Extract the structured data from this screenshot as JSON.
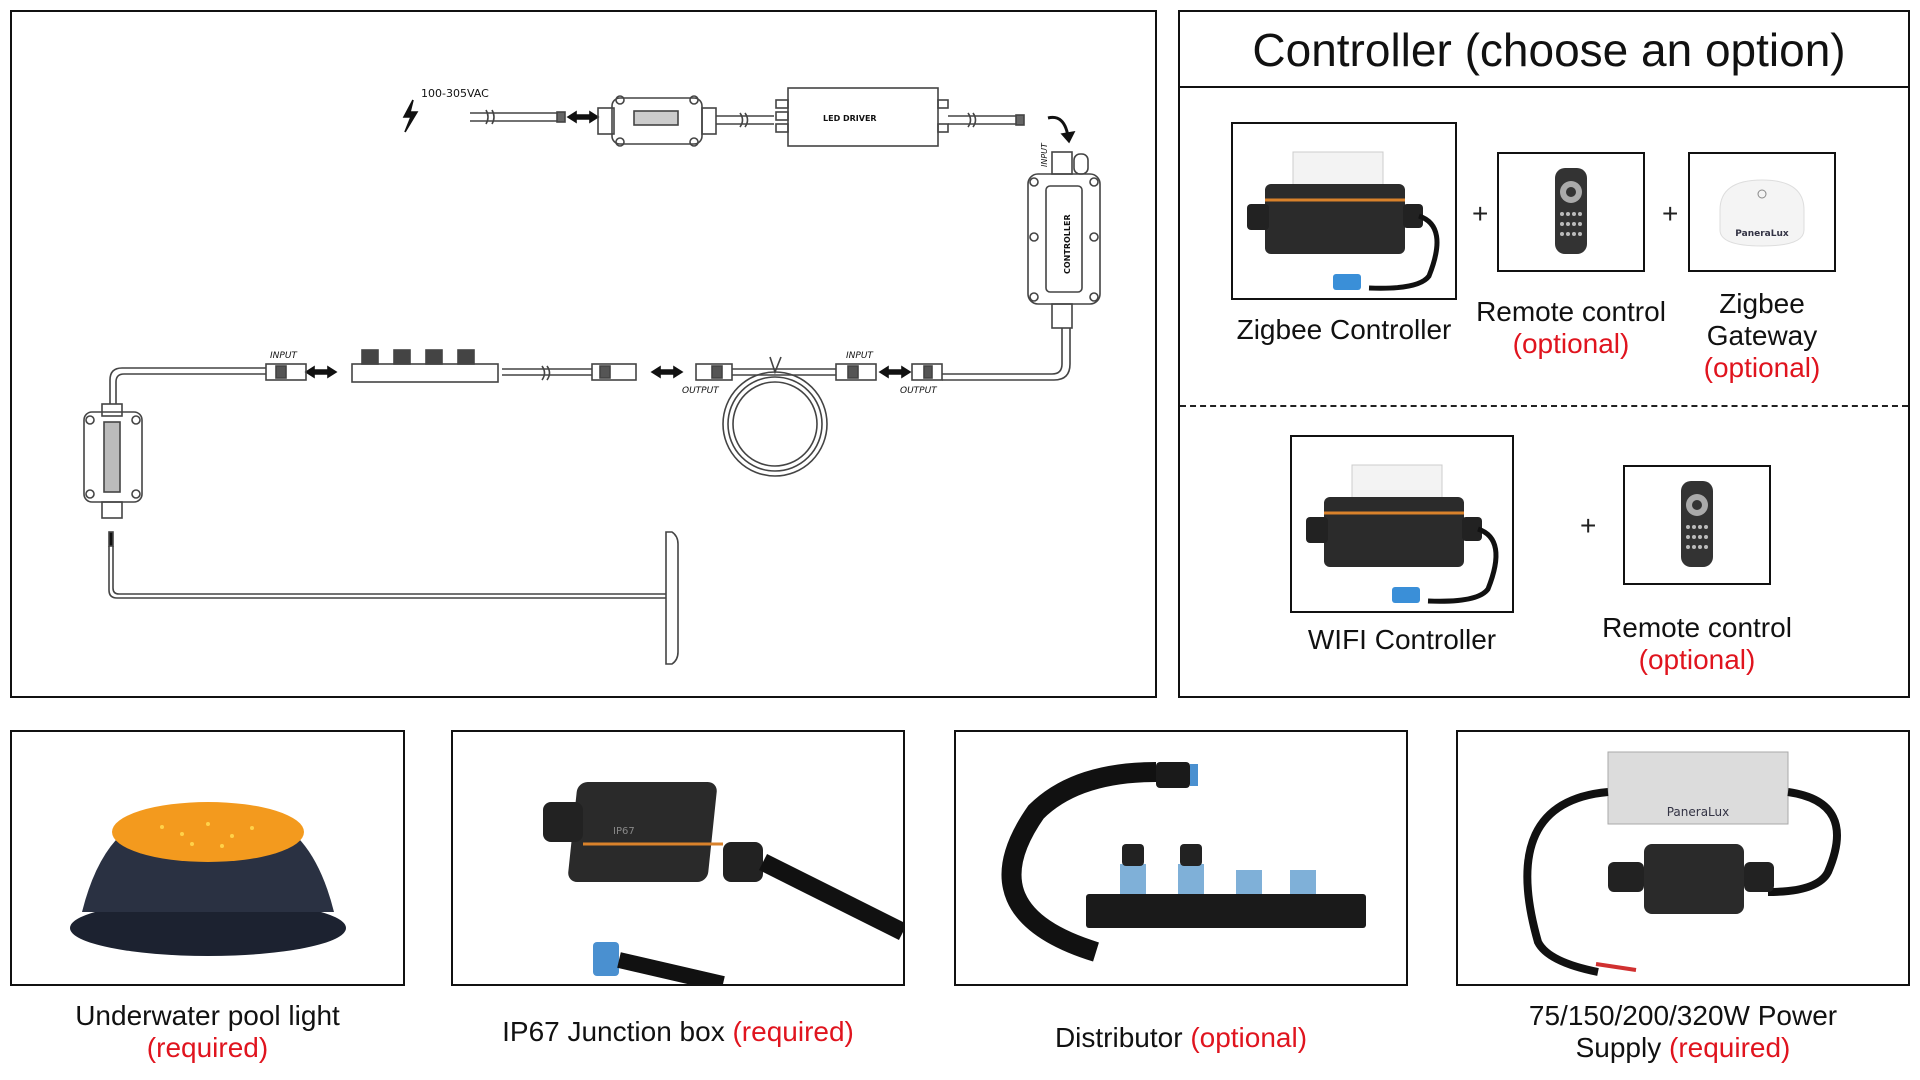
{
  "diagram": {
    "input_voltage": "100-305VAC",
    "led_driver_label": "LED DRIVER",
    "controller_label": "CONTROLLER",
    "input_label": "INPUT",
    "output_label": "OUTPUT",
    "connector_labels": [
      "INPUT",
      "INPUT",
      "OUTPUT",
      "OUTPUT",
      "INPUT"
    ]
  },
  "controller_panel": {
    "title": "Controller (choose an option)",
    "option_zigbee": {
      "items": [
        {
          "name": "Zigbee Controller",
          "note": ""
        },
        {
          "name": "Remote control",
          "note": "(optional)"
        },
        {
          "name_line1": "Zigbee",
          "name_line2": "Gateway",
          "note": "(optional)",
          "brand": "PaneraLux"
        }
      ],
      "plus": "+"
    },
    "option_wifi": {
      "items": [
        {
          "name": "WIFI Controller",
          "note": ""
        },
        {
          "name": "Remote control",
          "note": "(optional)"
        }
      ],
      "plus": "+"
    }
  },
  "products": [
    {
      "name": "Underwater pool light",
      "note": "(required)"
    },
    {
      "name": "IP67 Junction box",
      "note": "(required)",
      "box_text": "IP67"
    },
    {
      "name": "Distributor",
      "note": "(optional)"
    },
    {
      "name_line1": "75/150/200/320W Power",
      "name_line2": "Supply",
      "note": "(required)",
      "brand": "PaneraLux"
    }
  ],
  "colors": {
    "required_optional_red": "#e0141e",
    "border": "#111111"
  }
}
